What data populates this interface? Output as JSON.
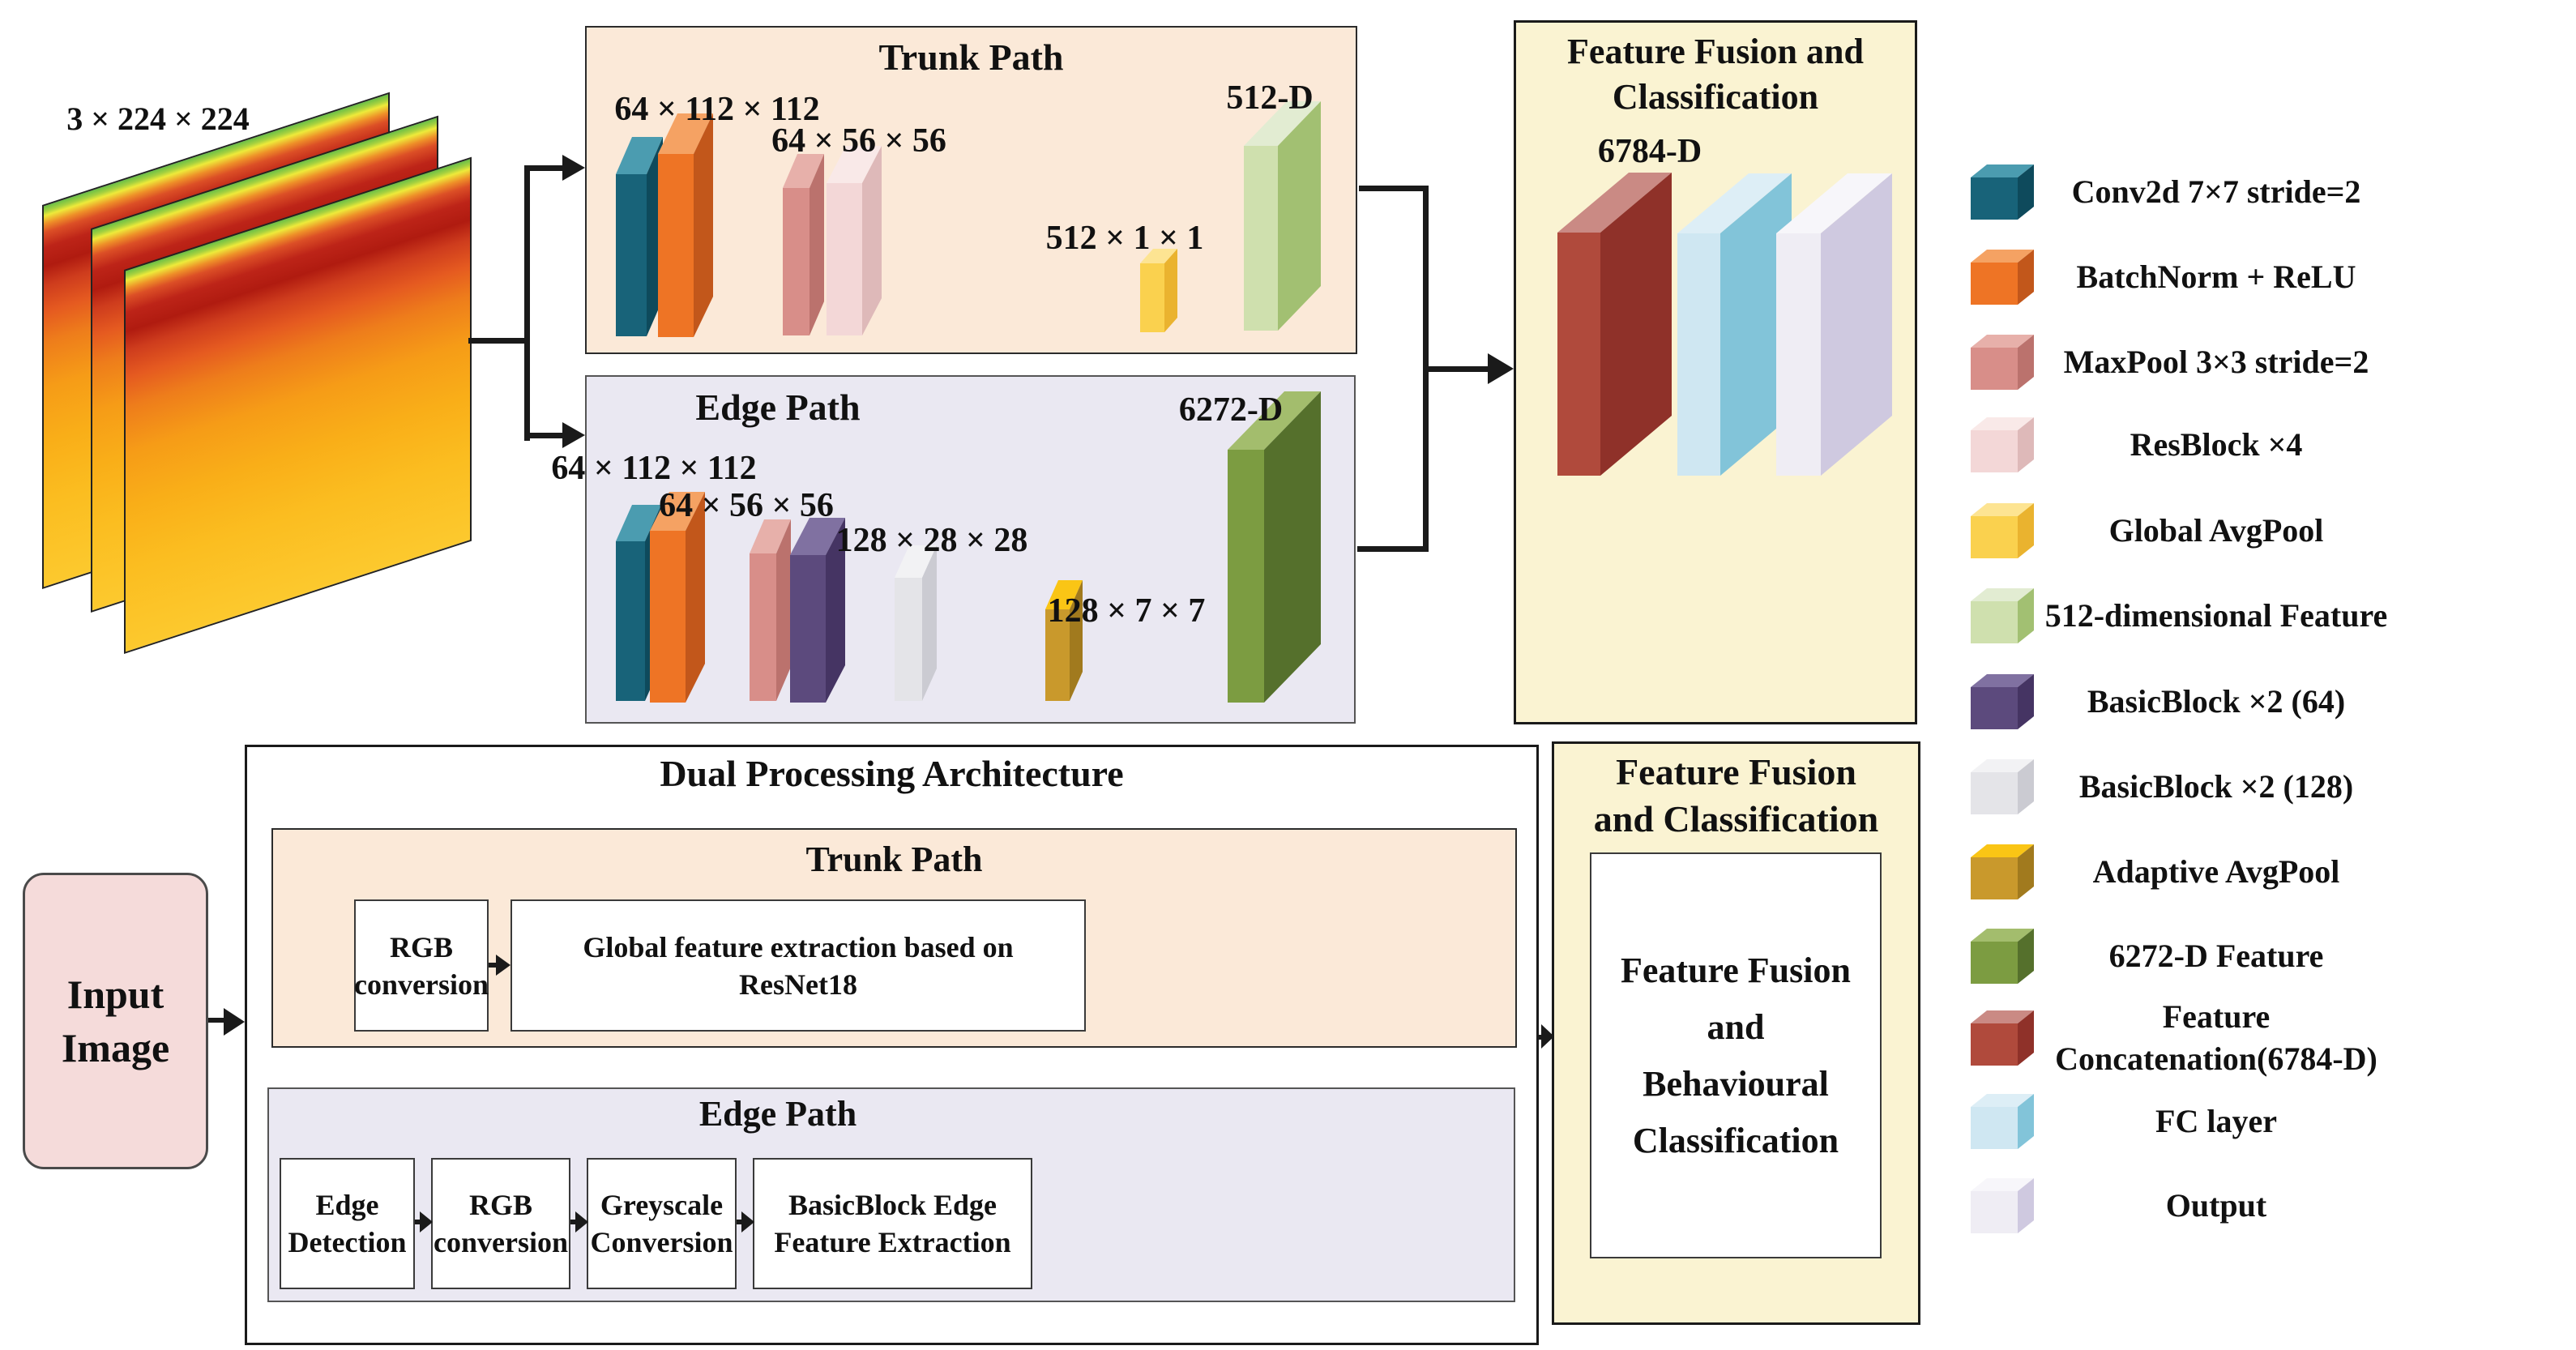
{
  "colors": {
    "conv": {
      "front": "#186379",
      "top": "#4b9cb0",
      "side": "#0e4a5c"
    },
    "bnrelu": {
      "front": "#ee7425",
      "top": "#f5a263",
      "side": "#c2571b"
    },
    "maxpool": {
      "front": "#d88e89",
      "top": "#e7b0aa",
      "side": "#bb726d"
    },
    "resblock": {
      "front": "#f3d7d7",
      "top": "#f9e9e8",
      "side": "#deb9b9"
    },
    "gap": {
      "front": "#fad14e",
      "top": "#fde492",
      "side": "#eab32f"
    },
    "feat512": {
      "front": "#cfe0ae",
      "top": "#e2ecd2",
      "side": "#a2c072"
    },
    "basic64": {
      "front": "#5c4a7d",
      "top": "#8071a1",
      "side": "#453463"
    },
    "basic128": {
      "front": "#e4e4e8",
      "top": "#f2f2f4",
      "side": "#cbcbd2"
    },
    "adaptive": {
      "front": "#c9992c",
      "top": "#fac515",
      "side": "#a17a1e"
    },
    "feat6272": {
      "front": "#7c9c41",
      "top": "#a3bd6d",
      "side": "#55702c"
    },
    "concat": {
      "front": "#b04a3c",
      "top": "#ca8a84",
      "side": "#8f3129"
    },
    "fc": {
      "front": "#cfe7f2",
      "top": "#ddeef6",
      "side": "#82c4d9"
    },
    "output": {
      "front": "#efedf4",
      "top": "#f7f6fa",
      "side": "#cfc9e0"
    },
    "panel_trunk_bg": "#fbe9d8",
    "panel_edge_bg": "#eae8f2",
    "panel_fusion_bg": "#faf3d2",
    "input_box_bg": "#f5dbda",
    "arrow": "#1a1a1a"
  },
  "input_stack": {
    "dim_label": "3 × 224 × 224"
  },
  "trunk_panel": {
    "title": "Trunk Path",
    "dim_labels": [
      "64 × 112 × 112",
      "64 × 56 × 56",
      "512 × 1 × 1"
    ],
    "feature_label": "512-D"
  },
  "edge_panel": {
    "title": "Edge Path",
    "dim_labels": [
      "64 × 112 × 112",
      "64 × 56 × 56",
      "128 × 28 × 28",
      "128 × 7 × 7"
    ],
    "feature_label": "6272-D"
  },
  "fusion_panel": {
    "title_lines": [
      "Feature Fusion and",
      "Classification"
    ],
    "dim_label": "6784-D"
  },
  "flow": {
    "input_lines": [
      "Input",
      "Image"
    ],
    "title": "Dual Processing Architecture",
    "trunk": {
      "title": "Trunk Path",
      "steps": [
        "RGB conversion",
        "Global feature extraction based on ResNet18"
      ]
    },
    "edge": {
      "title": "Edge Path",
      "steps": [
        "Edge Detection",
        "RGB conversion",
        "Greyscale Conversion",
        "BasicBlock Edge Feature Extraction"
      ]
    },
    "fusion": {
      "title_lines": [
        "Feature Fusion",
        "and Classification"
      ],
      "body_lines": [
        "Feature Fusion",
        "and",
        "Behavioural",
        "Classification"
      ]
    }
  },
  "legend": {
    "items": [
      {
        "key": "conv",
        "label": "Conv2d 7×7 stride=2"
      },
      {
        "key": "bnrelu",
        "label": "BatchNorm + ReLU"
      },
      {
        "key": "maxpool",
        "label": "MaxPool 3×3 stride=2"
      },
      {
        "key": "resblock",
        "label": "ResBlock ×4"
      },
      {
        "key": "gap",
        "label": "Global AvgPool"
      },
      {
        "key": "feat512",
        "label": "512-dimensional Feature"
      },
      {
        "key": "basic64",
        "label": "BasicBlock ×2 (64)"
      },
      {
        "key": "basic128",
        "label": "BasicBlock ×2 (128)"
      },
      {
        "key": "adaptive",
        "label": "Adaptive AvgPool"
      },
      {
        "key": "feat6272",
        "label": "6272-D Feature"
      },
      {
        "key": "concat",
        "label": "Feature Concatenation(6784-D)"
      },
      {
        "key": "fc",
        "label": "FC layer"
      },
      {
        "key": "output",
        "label": "Output"
      }
    ]
  }
}
